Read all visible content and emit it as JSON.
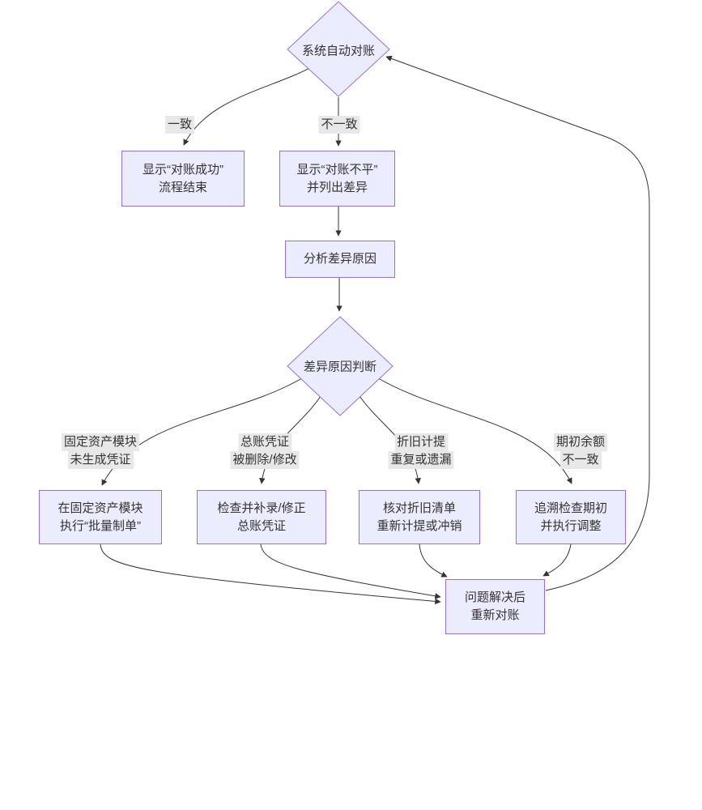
{
  "diagram": {
    "type": "flowchart",
    "colors": {
      "node_fill": "#ECECFF",
      "node_border": "#9370DB",
      "edge_color": "#333333",
      "edge_label_bg": "#e8e8e8",
      "text_color": "#333333",
      "background": "#ffffff"
    },
    "nodes": {
      "auto_reconcile": {
        "shape": "diamond",
        "label": "系统自动对账"
      },
      "show_success": {
        "shape": "rect",
        "line1": "显示“对账成功”",
        "line2": "流程结束"
      },
      "show_unbalanced": {
        "shape": "rect",
        "line1": "显示“对账不平”",
        "line2": "并列出差异"
      },
      "analyze_diff": {
        "shape": "rect",
        "label": "分析差异原因"
      },
      "judge_cause": {
        "shape": "diamond",
        "label": "差异原因判断"
      },
      "fix_fa_batch": {
        "shape": "rect",
        "line1": "在固定资产模块",
        "line2": "执行“批量制单”"
      },
      "fix_gl_voucher": {
        "shape": "rect",
        "line1": "检查并补录/修正",
        "line2": "总账凭证"
      },
      "fix_depreciation": {
        "shape": "rect",
        "line1": "核对折旧清单",
        "line2": "重新计提或冲销"
      },
      "fix_opening": {
        "shape": "rect",
        "line1": "追溯检查期初",
        "line2": "并执行调整"
      },
      "re_reconcile": {
        "shape": "rect",
        "line1": "问题解决后",
        "line2": "重新对账"
      }
    },
    "edge_labels": {
      "match": "一致",
      "mismatch": "不一致",
      "cause_fa": {
        "line1": "固定资产模块",
        "line2": "未生成凭证"
      },
      "cause_gl": {
        "line1": "总账凭证",
        "line2": "被删除/修改"
      },
      "cause_depr": {
        "line1": "折旧计提",
        "line2": "重复或遗漏"
      },
      "cause_opening": {
        "line1": "期初余额",
        "line2": "不一致"
      }
    }
  }
}
